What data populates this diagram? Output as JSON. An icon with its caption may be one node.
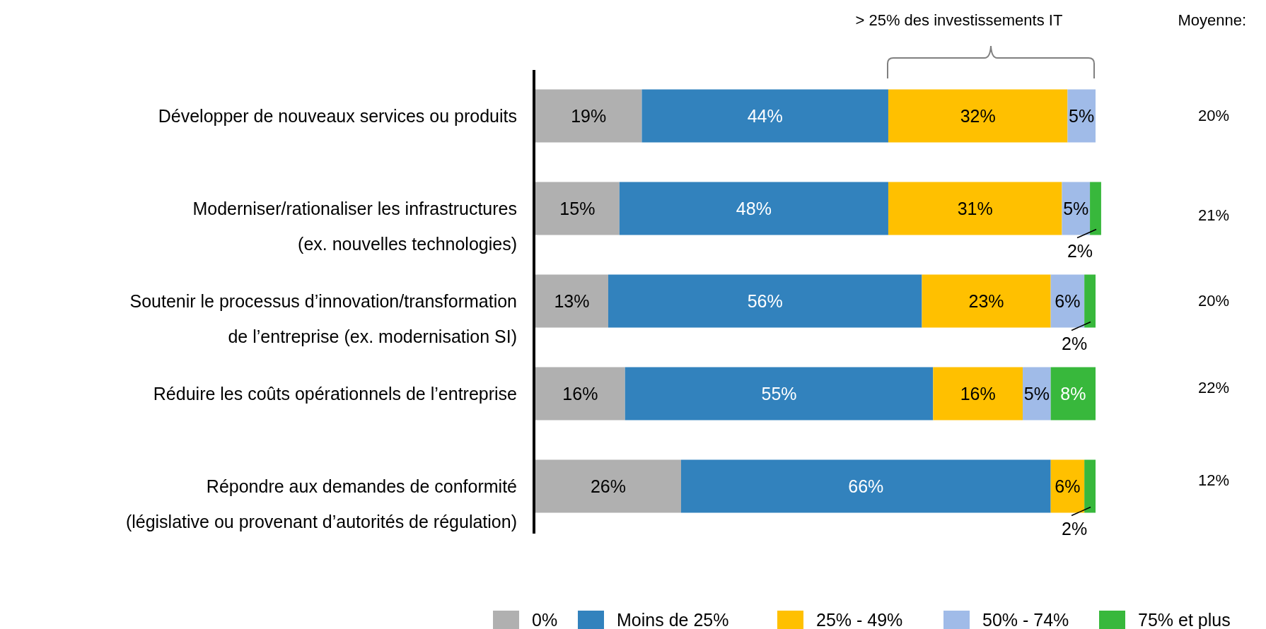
{
  "diagram": {
    "labels": [
      "> 25% des investissements IT",
      "Moyenne:",
      "20%",
      "21%",
      "20%",
      "22%",
      "12%"
    ],
    "legend": [
      {
        "text": "0%",
        "color": "#b0b0b0"
      },
      {
        "text": "Moins de 25%",
        "color": "#3282bd"
      },
      {
        "text": "25% - 49%",
        "color": "#ffc000"
      },
      {
        "text": "50% - 74%",
        "color": "#a0bbe8"
      },
      {
        "text": "75% et plus",
        "color": "#38b83c"
      }
    ],
    "chart_data": {
      "type": "bar",
      "orientation": "horizontal",
      "stacked": true,
      "data_labels": true,
      "categories": [
        "Développer de nouveaux services ou produits",
        "Moderniser/rationaliser les infrastructures (ex. nouvelles technologies)",
        "Soutenir le processus d’innovation/transformation de l’entreprise (ex. modernisation SI)",
        "Réduire les coûts opérationnels de l’entreprise",
        "Répondre aux demandes de conformité (législative ou provenant d’autorités de régulation)"
      ],
      "series": [
        {
          "color": "#b0b0b0",
          "values": [
            19,
            15,
            13,
            16,
            26
          ],
          "value_labels": [
            "19%",
            "15%",
            "13%",
            "16%",
            "26%"
          ]
        },
        {
          "color": "#3282bd",
          "values": [
            44,
            48,
            56,
            55,
            66
          ],
          "value_labels": [
            "44%",
            "48%",
            "56%",
            "55%",
            "66%"
          ]
        },
        {
          "color": "#ffc000",
          "values": [
            32,
            31,
            23,
            16,
            6
          ],
          "value_labels": [
            "32%",
            "31%",
            "23%",
            "16%",
            "6%"
          ]
        },
        {
          "color": "#a0bbe8",
          "values": [
            5,
            5,
            6,
            5,
            null
          ],
          "value_labels": [
            "5%",
            "5%",
            "6%",
            "5%",
            null
          ]
        },
        {
          "color": "#38b83c",
          "values": [
            null,
            2,
            2,
            8,
            2
          ],
          "value_labels": [
            null,
            "2%",
            "2%",
            "8%",
            "2%"
          ]
        }
      ]
    }
  }
}
